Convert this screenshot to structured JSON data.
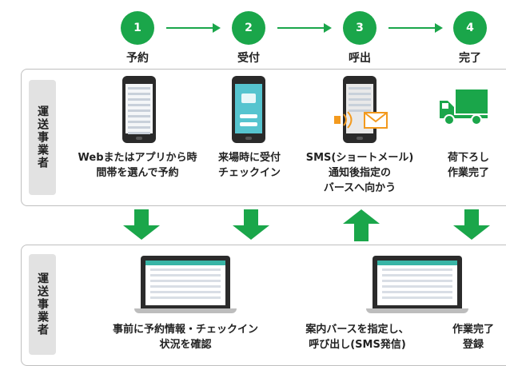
{
  "steps": [
    {
      "number": "1",
      "label": "予約"
    },
    {
      "number": "2",
      "label": "受付"
    },
    {
      "number": "3",
      "label": "呼出"
    },
    {
      "number": "4",
      "label": "完了"
    }
  ],
  "top_panel": {
    "side_label": "運送事業者",
    "items": [
      {
        "icon": "smartphone-reservation-icon",
        "caption": "Webまたはアプリから時\n間帯を選んで予約"
      },
      {
        "icon": "smartphone-checkin-icon",
        "caption": "来場時に受付\nチェックイン"
      },
      {
        "icon": "smartphone-sms-icon",
        "caption": "SMS(ショートメール)\n通知後指定の\nバースへ向かう"
      },
      {
        "icon": "truck-icon",
        "caption": "荷下ろし\n作業完了"
      }
    ]
  },
  "bottom_panel": {
    "side_label": "運送事業者",
    "items": [
      {
        "icon": "laptop-dashboard-icon",
        "caption": "事前に予約情報・チェックイン\n状況を確認"
      },
      {
        "icon": "laptop-dashboard-icon",
        "caption": "案内バースを指定し、\n呼び出し(SMS発信)"
      },
      {
        "icon": "",
        "caption": "作業完了\n登録"
      }
    ]
  },
  "colors": {
    "accent": "#1aa64a",
    "sms_orange": "#f39a1e",
    "panel_tag": "#e2e2e2"
  }
}
